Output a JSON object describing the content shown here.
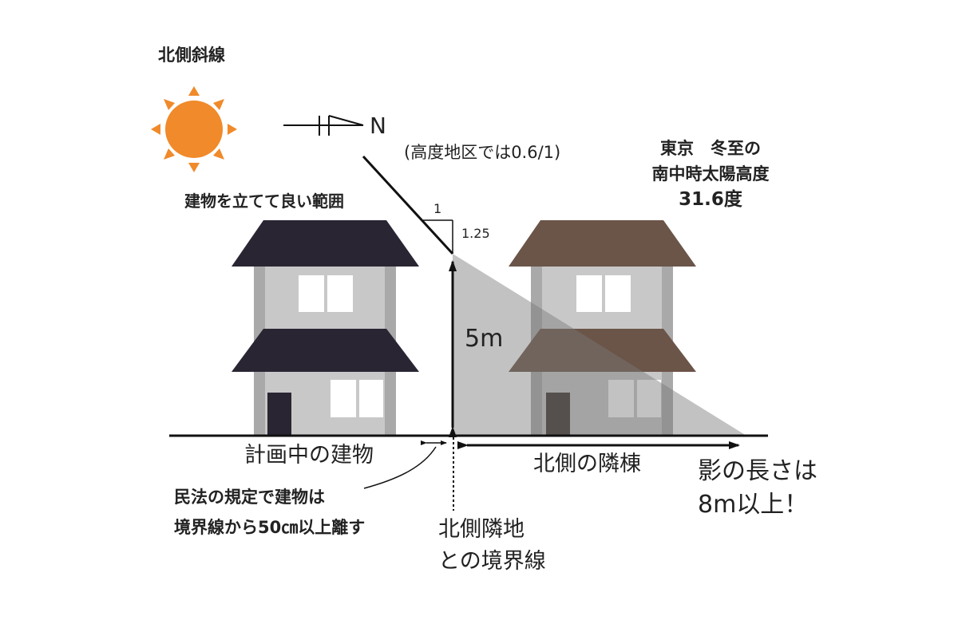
{
  "title": "北側斜線",
  "compass_label": "N",
  "note_altitude_district": "(高度地区では0.6/1)",
  "sun_info": {
    "line1": "東京　冬至の",
    "line2": "南中時太陽高度",
    "line3": "31.6度"
  },
  "buildable_range_label": "建物を立てて良い範囲",
  "slope": {
    "run_label": "1",
    "rise_label": "1.25"
  },
  "height_label": "5m",
  "planned_building_label": "計画中の建物",
  "north_neighbor_label": "北側の隣棟",
  "shadow_length": {
    "line1": "影の長さは",
    "line2": "8m以上！"
  },
  "civil_code_note": {
    "line1": "民法の規定で建物は",
    "line2": "境界線から50㎝以上離す"
  },
  "boundary_label": {
    "line1": "北側隣地",
    "line2": "との境界線"
  },
  "colors": {
    "sun": "#f08a2a",
    "roof_planned": "#2a2533",
    "roof_neighbor": "#6b5448",
    "wall": "#c8c8c8",
    "pillar": "#a9a9a9",
    "door": "#2a2533",
    "shadow": "rgba(120,120,120,0.45)",
    "line": "#111111"
  },
  "icons": [
    "sun-icon",
    "compass-arrow-icon"
  ]
}
